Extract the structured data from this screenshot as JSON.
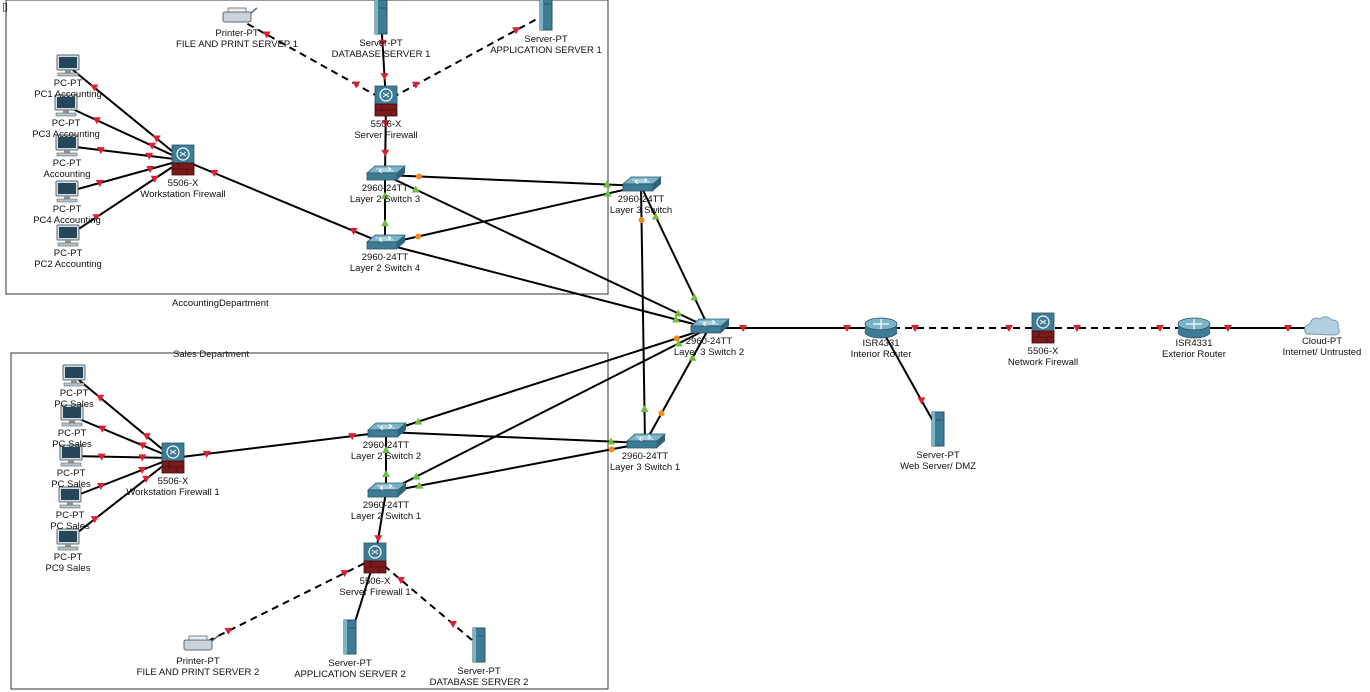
{
  "corner_glyph": "▯",
  "areas": {
    "accounting": {
      "title": "AccountingDepartment"
    },
    "sales": {
      "title": "Sales Department"
    }
  },
  "devices": [
    {
      "id": "printer1",
      "type": "printer",
      "model": "Printer-PT",
      "name": "FILE AND PRINT SERVEP 1"
    },
    {
      "id": "dbserver1",
      "type": "server",
      "model": "Server-PT",
      "name": "DATABASE SERVER 1"
    },
    {
      "id": "appserver1",
      "type": "server",
      "model": "Server-PT",
      "name": "APPLICATION SERVER 1"
    },
    {
      "id": "serverfw",
      "type": "firewall",
      "model": "5506-X",
      "name": "Server Firewall"
    },
    {
      "id": "pc1",
      "type": "pc",
      "model": "PC-PT",
      "name": "PC1 Accounting"
    },
    {
      "id": "pc3",
      "type": "pc",
      "model": "PC-PT",
      "name": "PC3 Accounting"
    },
    {
      "id": "pcacc",
      "type": "pc",
      "model": "PC-PT",
      "name": "Accounting"
    },
    {
      "id": "pc4",
      "type": "pc",
      "model": "PC-PT",
      "name": "PC4 Accounting"
    },
    {
      "id": "pc2",
      "type": "pc",
      "model": "PC-PT",
      "name": "PC2 Accounting"
    },
    {
      "id": "wsfw",
      "type": "firewall",
      "model": "5506-X",
      "name": "Workstation Firewall"
    },
    {
      "id": "l2s3",
      "type": "switch",
      "model": "2960-24TT",
      "name": "Layer 2 Switch 3"
    },
    {
      "id": "l2s4",
      "type": "switch",
      "model": "2960-24TT",
      "name": "Layer 2 Switch 4"
    },
    {
      "id": "l3s",
      "type": "switch",
      "model": "2960-24TT",
      "name": "Layer 3 Switch"
    },
    {
      "id": "l3s2",
      "type": "switch",
      "model": "2960-24TT",
      "name": "Layer 3 Switch 2"
    },
    {
      "id": "l3s1",
      "type": "switch",
      "model": "2960-24TT",
      "name": "Layer 3 Switch 1"
    },
    {
      "id": "introuter",
      "type": "router",
      "model": "ISR4331",
      "name": "Interior Router"
    },
    {
      "id": "webserver",
      "type": "server",
      "model": "Server-PT",
      "name": "Web Server/ DMZ"
    },
    {
      "id": "netfw",
      "type": "firewall",
      "model": "5506-X",
      "name": "Network Firewall"
    },
    {
      "id": "extrouter",
      "type": "router",
      "model": "ISR4331",
      "name": "Exterior Router"
    },
    {
      "id": "cloud",
      "type": "cloud",
      "model": "Cloud-PT",
      "name": "Internet/ Untrusted"
    },
    {
      "id": "pcs1",
      "type": "pc",
      "model": "PC-PT",
      "name": "PC Sales"
    },
    {
      "id": "pcs2",
      "type": "pc",
      "model": "PC-PT",
      "name": "PC Sales"
    },
    {
      "id": "pcs3",
      "type": "pc",
      "model": "PC-PT",
      "name": "PC Sales"
    },
    {
      "id": "pcs4",
      "type": "pc",
      "model": "PC-PT",
      "name": "PC Sales"
    },
    {
      "id": "pc9",
      "type": "pc",
      "model": "PC-PT",
      "name": "PC9 Sales"
    },
    {
      "id": "wsfw1",
      "type": "firewall",
      "model": "5506-X",
      "name": "Workstation Firewall 1"
    },
    {
      "id": "l2s2",
      "type": "switch",
      "model": "2960-24TT",
      "name": "Layer 2 Switch 2"
    },
    {
      "id": "l2s1",
      "type": "switch",
      "model": "2960-24TT",
      "name": "Layer 2 Switch 1"
    },
    {
      "id": "serverfw1",
      "type": "firewall",
      "model": "5506-X",
      "name": "Server Firewall 1"
    },
    {
      "id": "printer2",
      "type": "printer",
      "model": "Printer-PT",
      "name": "FILE AND PRINT SERVER 2"
    },
    {
      "id": "appserver2",
      "type": "server",
      "model": "Server-PT",
      "name": "APPLICATION SERVER 2"
    },
    {
      "id": "dbserver2",
      "type": "server",
      "model": "Server-PT",
      "name": "DATABASE SERVER 2"
    }
  ],
  "links": [
    {
      "a": "printer1",
      "b": "serverfw",
      "style": "serial",
      "ea": "down",
      "eb": "down"
    },
    {
      "a": "dbserver1",
      "b": "serverfw",
      "style": "solid",
      "ea": "down",
      "eb": "down"
    },
    {
      "a": "appserver1",
      "b": "serverfw",
      "style": "serial",
      "ea": "down",
      "eb": "down"
    },
    {
      "a": "serverfw",
      "b": "l2s3",
      "style": "solid",
      "ea": "down",
      "eb": "down"
    },
    {
      "a": "pc1",
      "b": "wsfw",
      "style": "solid",
      "ea": "down",
      "eb": "down"
    },
    {
      "a": "pc3",
      "b": "wsfw",
      "style": "solid",
      "ea": "down",
      "eb": "down"
    },
    {
      "a": "pcacc",
      "b": "wsfw",
      "style": "solid",
      "ea": "down",
      "eb": "down"
    },
    {
      "a": "pc4",
      "b": "wsfw",
      "style": "solid",
      "ea": "down",
      "eb": "down"
    },
    {
      "a": "pc2",
      "b": "wsfw",
      "style": "solid",
      "ea": "down",
      "eb": "down"
    },
    {
      "a": "wsfw",
      "b": "l2s4",
      "style": "solid",
      "ea": "down",
      "eb": "down"
    },
    {
      "a": "l2s3",
      "b": "l2s4",
      "style": "solid",
      "ea": "up",
      "eb": "up"
    },
    {
      "a": "l2s3",
      "b": "l3s",
      "style": "solid",
      "ea": "orange",
      "eb": "up"
    },
    {
      "a": "l2s4",
      "b": "l3s",
      "style": "solid",
      "ea": "orange",
      "eb": "up"
    },
    {
      "a": "l2s3",
      "b": "l3s2",
      "style": "solid",
      "ea": "up",
      "eb": "up"
    },
    {
      "a": "l2s4",
      "b": "l3s2",
      "style": "solid",
      "ea": "none",
      "eb": "up"
    },
    {
      "a": "l3s",
      "b": "l3s2",
      "style": "solid",
      "ea": "up",
      "eb": "up"
    },
    {
      "a": "l3s",
      "b": "l3s1",
      "style": "solid",
      "ea": "orange",
      "eb": "up"
    },
    {
      "a": "l3s2",
      "b": "l3s1",
      "style": "solid",
      "ea": "up",
      "eb": "orange"
    },
    {
      "a": "l3s2",
      "b": "introuter",
      "style": "solid",
      "ea": "down",
      "eb": "down"
    },
    {
      "a": "introuter",
      "b": "webserver",
      "style": "solid",
      "ea": "none",
      "eb": "down"
    },
    {
      "a": "introuter",
      "b": "netfw",
      "style": "serial",
      "ea": "down",
      "eb": "down"
    },
    {
      "a": "netfw",
      "b": "extrouter",
      "style": "serial",
      "ea": "down",
      "eb": "down"
    },
    {
      "a": "extrouter",
      "b": "cloud",
      "style": "solid",
      "ea": "down",
      "eb": "down"
    },
    {
      "a": "l2s2",
      "b": "l3s2",
      "style": "solid",
      "ea": "up",
      "eb": "orange"
    },
    {
      "a": "l2s1",
      "b": "l3s2",
      "style": "solid",
      "ea": "up",
      "eb": "up"
    },
    {
      "a": "l2s2",
      "b": "l3s1",
      "style": "solid",
      "ea": "none",
      "eb": "up"
    },
    {
      "a": "l2s1",
      "b": "l3s1",
      "style": "solid",
      "ea": "up",
      "eb": "orange"
    },
    {
      "a": "l2s2",
      "b": "l2s1",
      "style": "solid",
      "ea": "up",
      "eb": "up"
    },
    {
      "a": "pcs1",
      "b": "wsfw1",
      "style": "solid",
      "ea": "down",
      "eb": "down"
    },
    {
      "a": "pcs2",
      "b": "wsfw1",
      "style": "solid",
      "ea": "down",
      "eb": "down"
    },
    {
      "a": "pcs3",
      "b": "wsfw1",
      "style": "solid",
      "ea": "down",
      "eb": "down"
    },
    {
      "a": "pcs4",
      "b": "wsfw1",
      "style": "solid",
      "ea": "down",
      "eb": "down"
    },
    {
      "a": "pc9",
      "b": "wsfw1",
      "style": "solid",
      "ea": "down",
      "eb": "down"
    },
    {
      "a": "wsfw1",
      "b": "l2s2",
      "style": "solid",
      "ea": "down",
      "eb": "down"
    },
    {
      "a": "l2s1",
      "b": "serverfw1",
      "style": "solid",
      "ea": "none",
      "eb": "down"
    },
    {
      "a": "serverfw1",
      "b": "printer2",
      "style": "serial",
      "ea": "down",
      "eb": "down"
    },
    {
      "a": "serverfw1",
      "b": "appserver2",
      "style": "solid",
      "ea": "none",
      "eb": "none"
    },
    {
      "a": "serverfw1",
      "b": "dbserver2",
      "style": "serial",
      "ea": "down",
      "eb": "down"
    }
  ],
  "colors": {
    "link_down": "#dd1f2e",
    "link_up": "#6cbf3a",
    "link_orange": "#f48a1c",
    "device_blue": "#3e7c96",
    "device_blue_light": "#7bb3c9",
    "firewall_red": "#7a1a1a",
    "area_border": "#333333"
  },
  "icons": {
    "pc": "pc-icon",
    "server": "server-icon",
    "printer": "printer-icon",
    "switch": "switch-icon",
    "router": "router-icon",
    "firewall": "firewall-icon",
    "cloud": "cloud-icon"
  }
}
